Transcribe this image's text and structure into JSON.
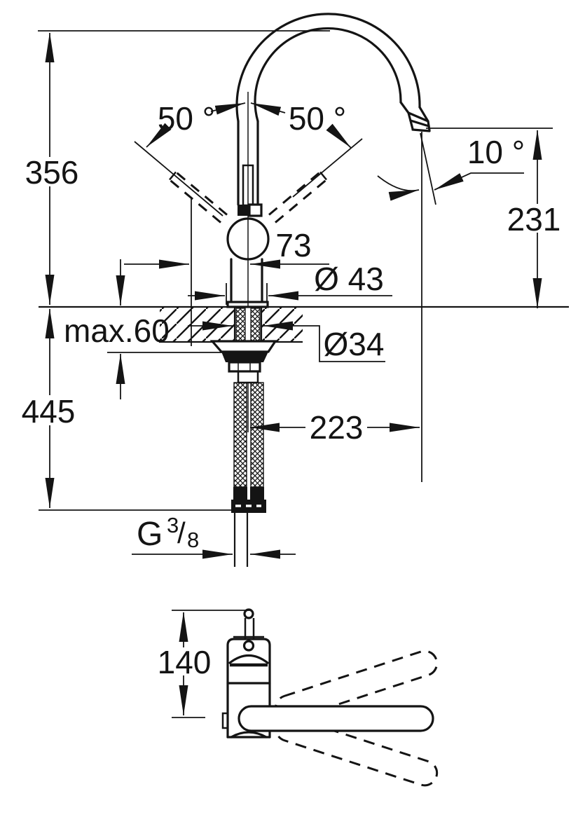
{
  "title": "Faucet technical dimension drawing",
  "front": {
    "total_height": "356",
    "below_counter": "445",
    "max_counter": "max.60",
    "swivel_left": "50 °",
    "swivel_right": "50 °",
    "outlet_angle": "10 °",
    "outlet_height": "231",
    "handle_offset": "73",
    "base_dia": "Ø 43",
    "shank_dia": "Ø34",
    "reach": "223",
    "thread_g": "G",
    "thread_num": "3",
    "thread_slash": "/",
    "thread_den": "8"
  },
  "plan": {
    "depth": "140"
  },
  "colors": {
    "ink": "#141414",
    "paper": "#ffffff"
  }
}
